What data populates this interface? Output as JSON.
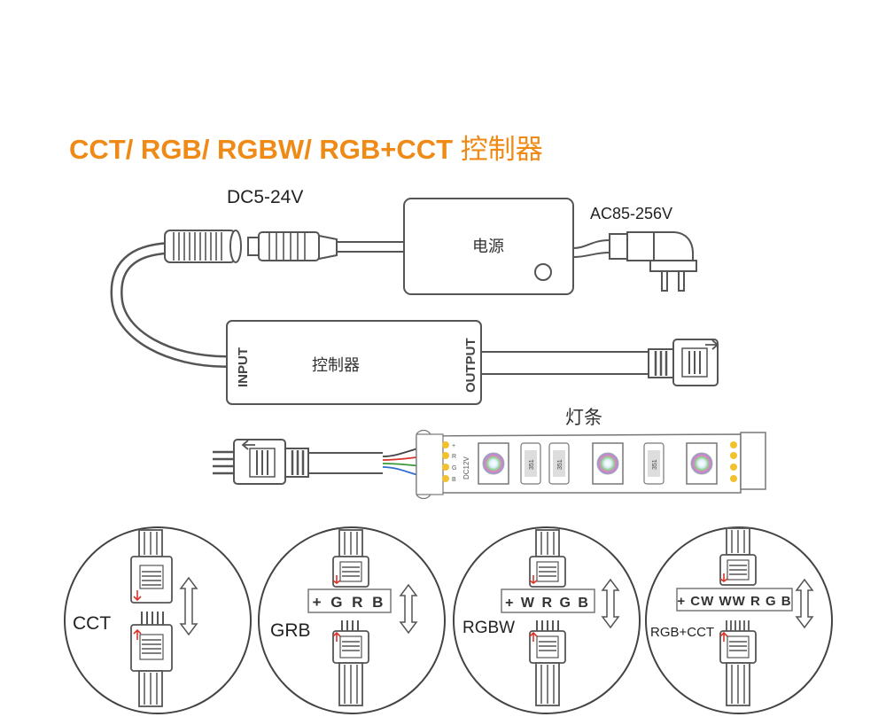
{
  "title": {
    "main": "CCT/ RGB/ RGBW/ RGB+CCT",
    "cn": "控制器"
  },
  "labels": {
    "dc_voltage": "DC5-24V",
    "ac_voltage": "AC85-256V",
    "power_supply": "电源",
    "controller": "控制器",
    "input": "INPUT",
    "output": "OUTPUT",
    "light_strip": "灯条"
  },
  "strip": {
    "pins": [
      "+",
      "R",
      "G",
      "B"
    ],
    "voltage": "DC12V",
    "resistor_code": "351"
  },
  "circles": [
    {
      "mode": "CCT",
      "pins": ""
    },
    {
      "mode": "GRB",
      "pins": "+ G R B"
    },
    {
      "mode": "RGBW",
      "pins": "+ W R G B"
    },
    {
      "mode": "RGB+CCT",
      "pins": "+ CW WW R G B"
    }
  ],
  "colors": {
    "title": "#ef8a17",
    "line": "#555555",
    "wire_red": "#d9342b",
    "wire_green": "#3a9a3a",
    "wire_blue": "#2f6fd1",
    "strip_pad": "#f2c12e",
    "arrow_red": "#d9342b"
  }
}
